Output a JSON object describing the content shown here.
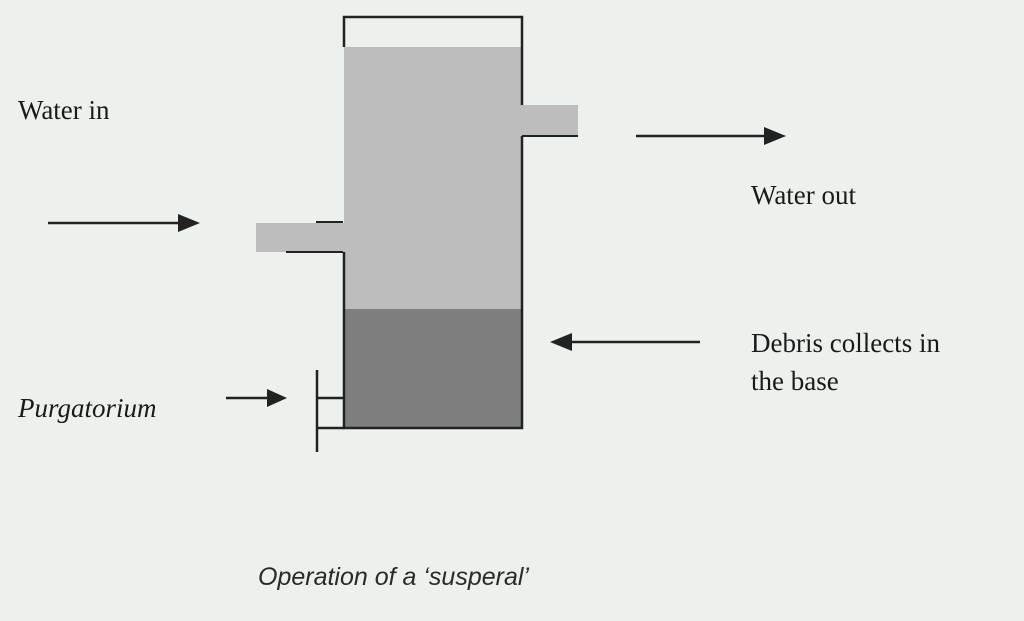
{
  "labels": {
    "water_in": "Water in",
    "water_out": "Water out",
    "debris": "Debris collects in",
    "debris_line2": "the base",
    "purgatorium": "Purgatorium"
  },
  "caption": "Operation of a ‘susperal’",
  "colors": {
    "water": "#bdbdbd",
    "debris": "#7e7e7e",
    "outline": "#222222",
    "background": "#edf1ed"
  }
}
